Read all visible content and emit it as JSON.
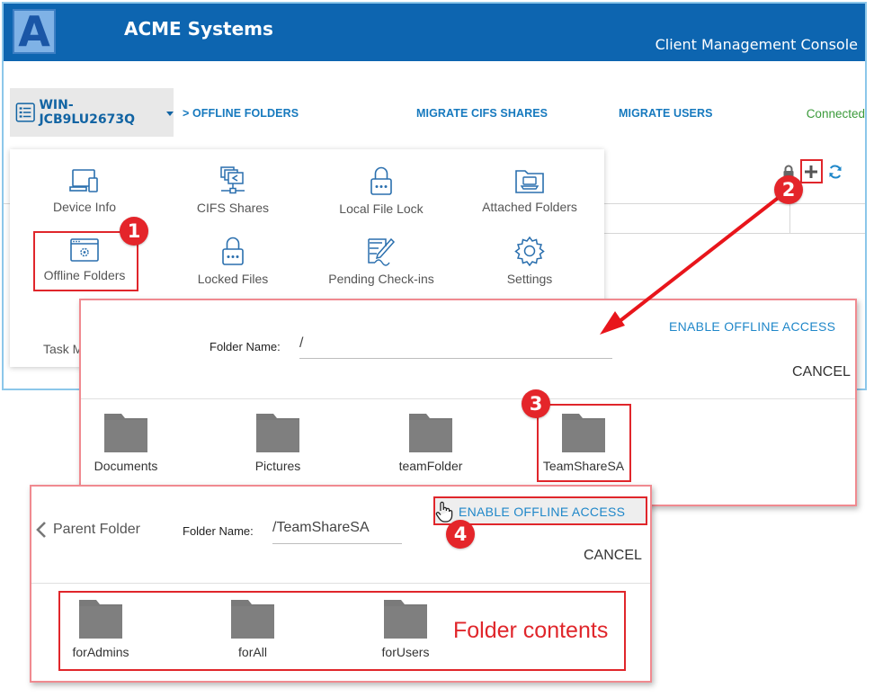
{
  "header": {
    "logo_letter": "A",
    "company": "ACME Systems",
    "console_title": "Client Management Console"
  },
  "toolbar": {
    "device_name": "WIN-JCB9LU2673Q",
    "breadcrumb": "> OFFLINE FOLDERS",
    "migrate_cifs": "MIGRATE CIFS SHARES",
    "migrate_users": "MIGRATE USERS",
    "status": "Connected"
  },
  "menu": {
    "items": [
      {
        "label": "Device Info",
        "icon": "monitor-icon"
      },
      {
        "label": "CIFS Shares",
        "icon": "network-share-icon"
      },
      {
        "label": "Local File Lock",
        "icon": "lock-icon"
      },
      {
        "label": "Attached Folders",
        "icon": "folder-drive-icon"
      },
      {
        "label": "Offline Folders",
        "icon": "window-gear-icon"
      },
      {
        "label": "Locked Files",
        "icon": "lock-icon"
      },
      {
        "label": "Pending Check-ins",
        "icon": "document-pen-icon"
      },
      {
        "label": "Settings",
        "icon": "gear-icon"
      },
      {
        "label": "Task M",
        "icon": "task-list-icon"
      }
    ]
  },
  "callouts": {
    "one": "1",
    "two": "2",
    "three": "3",
    "four": "4"
  },
  "dialog1": {
    "folder_label": "Folder Name:",
    "folder_value": "/",
    "enable": "ENABLE OFFLINE ACCESS",
    "cancel": "CANCEL",
    "folders": [
      "Documents",
      "Pictures",
      "teamFolder",
      "TeamShareSA"
    ]
  },
  "dialog2": {
    "parent": "Parent Folder",
    "folder_label": "Folder Name:",
    "folder_value": "/TeamShareSA",
    "enable": "ENABLE OFFLINE ACCESS",
    "cancel": "CANCEL",
    "folders": [
      "forAdmins",
      "forAll",
      "forUsers"
    ],
    "contents_label": "Folder contents"
  },
  "colors": {
    "header_blue": "#0d65b0",
    "link_blue": "#1679be",
    "status_green": "#3a9a3a",
    "callout_red": "#e4252a",
    "folder_gray": "#7a7a7a"
  }
}
